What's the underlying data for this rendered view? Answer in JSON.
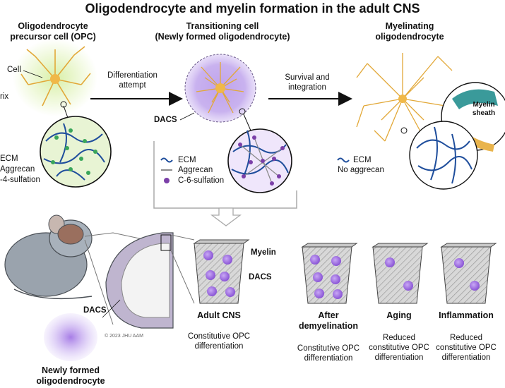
{
  "title": "Oligodendrocyte and myelin formation in the adult CNS",
  "stage1": {
    "heading_line1": "Oligodendrocyte",
    "heading_line2": "precursor cell (OPC)",
    "label_cell": "Cell",
    "label_matrix": "rix",
    "legend": [
      "ECM",
      "Aggrecan",
      "-4-sulfation"
    ]
  },
  "arrow1": {
    "line1": "Differentiation",
    "line2": "attempt"
  },
  "stage2": {
    "heading_line1": "Transitioning cell",
    "heading_line2": "(Newly formed oligodendrocyte)",
    "label_dacs": "DACS",
    "legend": [
      "ECM",
      "Aggrecan",
      "C-6-sulfation"
    ]
  },
  "arrow2": {
    "line1": "Survival and",
    "line2": "integration"
  },
  "stage3": {
    "heading_line1": "Myelinating",
    "heading_line2": "oligodendrocyte",
    "inset_line1": "Myelin",
    "inset_line2": "sheath",
    "legend": [
      "ECM",
      "No aggrecan"
    ]
  },
  "bottom": {
    "dacs_label": "DACS",
    "newly_formed_line1": "Newly formed",
    "newly_formed_line2": "oligodendrocyte",
    "signature": "© 2023 JHU AAM",
    "adult": {
      "myelin": "Myelin",
      "dacs": "DACS",
      "name": "Adult CNS",
      "desc_line1": "Constitutive OPC",
      "desc_line2": "differentiation"
    },
    "conditions": [
      {
        "name_line1": "After",
        "name_line2": "demyelination",
        "desc_line1": "Constitutive OPC",
        "desc_line2": "differentiation"
      },
      {
        "name_line1": "Aging",
        "name_line2": "",
        "desc_line1": "Reduced",
        "desc_line2": "constitutive OPC",
        "desc_line3": "differentiation"
      },
      {
        "name_line1": "Inflammation",
        "name_line2": "",
        "desc_line1": "Reduced",
        "desc_line2": "constitutive OPC",
        "desc_line3": "differentiation"
      }
    ]
  },
  "colors": {
    "ecm": "#1f4e9c",
    "aggrecan": "#8c8c8c",
    "sulfation4": "#3aa65a",
    "sulfation6": "#7b3fa8",
    "dacs": "#a98be0",
    "cell": "#e9b44c",
    "green_glow": "#cfe8a4"
  }
}
